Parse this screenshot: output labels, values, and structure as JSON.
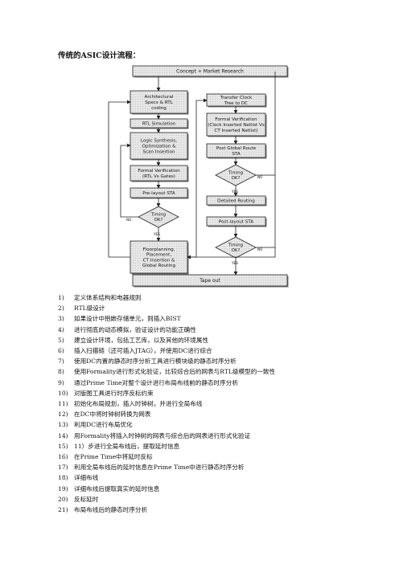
{
  "title": "传统的ASIC设计流程：",
  "flow": {
    "top": "Concept + Market Research",
    "bottom": "Tape out",
    "left_boxes": [
      [
        "Architectural",
        "Specs & RTL",
        "coding"
      ],
      [
        "RTL Simulation"
      ],
      [
        "Logic Synthesis,",
        "Optimization &",
        "Scan Insertion"
      ],
      [
        "Formal Verification",
        "(RTL Vs Gates)"
      ],
      [
        "Pre-layout STA"
      ],
      [
        "Floorplanning,",
        "Placement,",
        "CT Insertion &",
        "Global Routing"
      ]
    ],
    "right_boxes": [
      [
        "Transfer Clock",
        "Tree to DC"
      ],
      [
        "Formal Verification",
        "(Clock Inserted Netlist Vs",
        "CT Inserted Netlist)"
      ],
      [
        "Post Global Route",
        "STA"
      ],
      [
        "Detailed Routing"
      ],
      [
        "Post-layout STA"
      ]
    ],
    "decision": [
      "Timing",
      "OK?"
    ],
    "yes": "YES",
    "no": "NO"
  },
  "steps": [
    {
      "num": "1)",
      "text": "定义体系结构和电器规则"
    },
    {
      "num": "2)",
      "text": "RTL级设计"
    },
    {
      "num": "3)",
      "text": "如果设计中抱嵌存储单元，则插入BIST"
    },
    {
      "num": "4)",
      "text": "进行彻底的动态模拟，验证设计的功能正确性"
    },
    {
      "num": "5)",
      "text": "建立设计环境，包括工艺库，以及其他的环境属性"
    },
    {
      "num": "6)",
      "text": "插入扫描链（还可插入JTAG），并使用DC进行综合"
    },
    {
      "num": "7)",
      "text": "使用DC内置的静态时序分析工具进行模块级的静态时序分析"
    },
    {
      "num": "8)",
      "text": "使用Formality进行形式化验证，比较综合后的网表与RTL级模型的一致性"
    },
    {
      "num": "9)",
      "text": "通过Prime Time对整个设计进行布局布线前的静态时序分析"
    },
    {
      "num": "10)",
      "text": "对版图工具进行时序反标约束"
    },
    {
      "num": "11)",
      "text": "初始化布局规划，插入时钟树，并进行全局布线"
    },
    {
      "num": "12)",
      "text": "在DC中将时钟树转换为网表"
    },
    {
      "num": "13)",
      "text": "利用DC进行布局优化"
    },
    {
      "num": "14)",
      "text": "用Formality将插入时钟树的网表与综合后的网表进行形式化验证"
    },
    {
      "num": "15)",
      "text": "11）步进行全局布线后，提取延时信息"
    },
    {
      "num": "16)",
      "text": "在Prime Time中将延时反标"
    },
    {
      "num": "17)",
      "text": "利用全局布线后的延时信息在Prime Time中进行静态时序分析"
    },
    {
      "num": "18)",
      "text": "详细布线"
    },
    {
      "num": "19)",
      "text": "详细布线后提取真实的延时信息"
    },
    {
      "num": "20)",
      "text": "反标延时"
    },
    {
      "num": "21)",
      "text": "布局布线后的静态时序分析"
    }
  ]
}
